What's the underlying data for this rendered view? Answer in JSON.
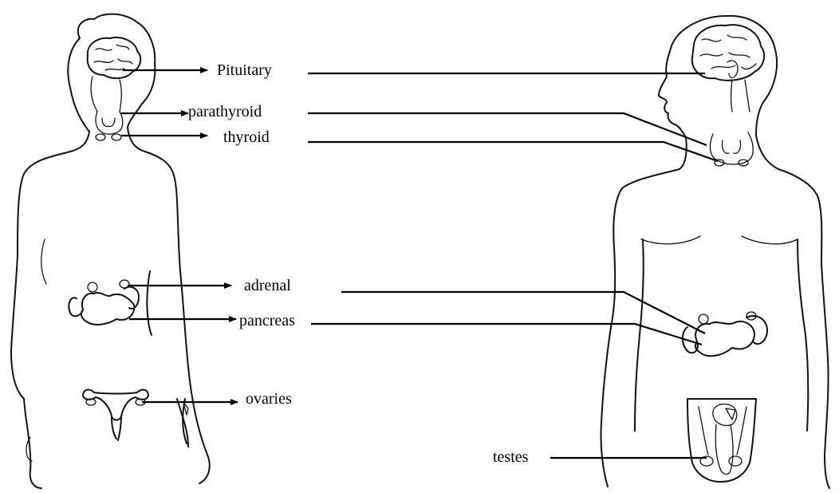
{
  "labels": {
    "pituitary": "Pituitary",
    "parathyroid": "parathyroid",
    "thyroid": "thyroid",
    "adrenal": "adrenal",
    "pancreas": "pancreas",
    "ovaries": "ovaries",
    "testes": "testes"
  },
  "figures": {
    "left": "female-body-outline",
    "right": "male-body-outline"
  },
  "colors": {
    "ink": "#111111",
    "background": "#ffffff"
  }
}
